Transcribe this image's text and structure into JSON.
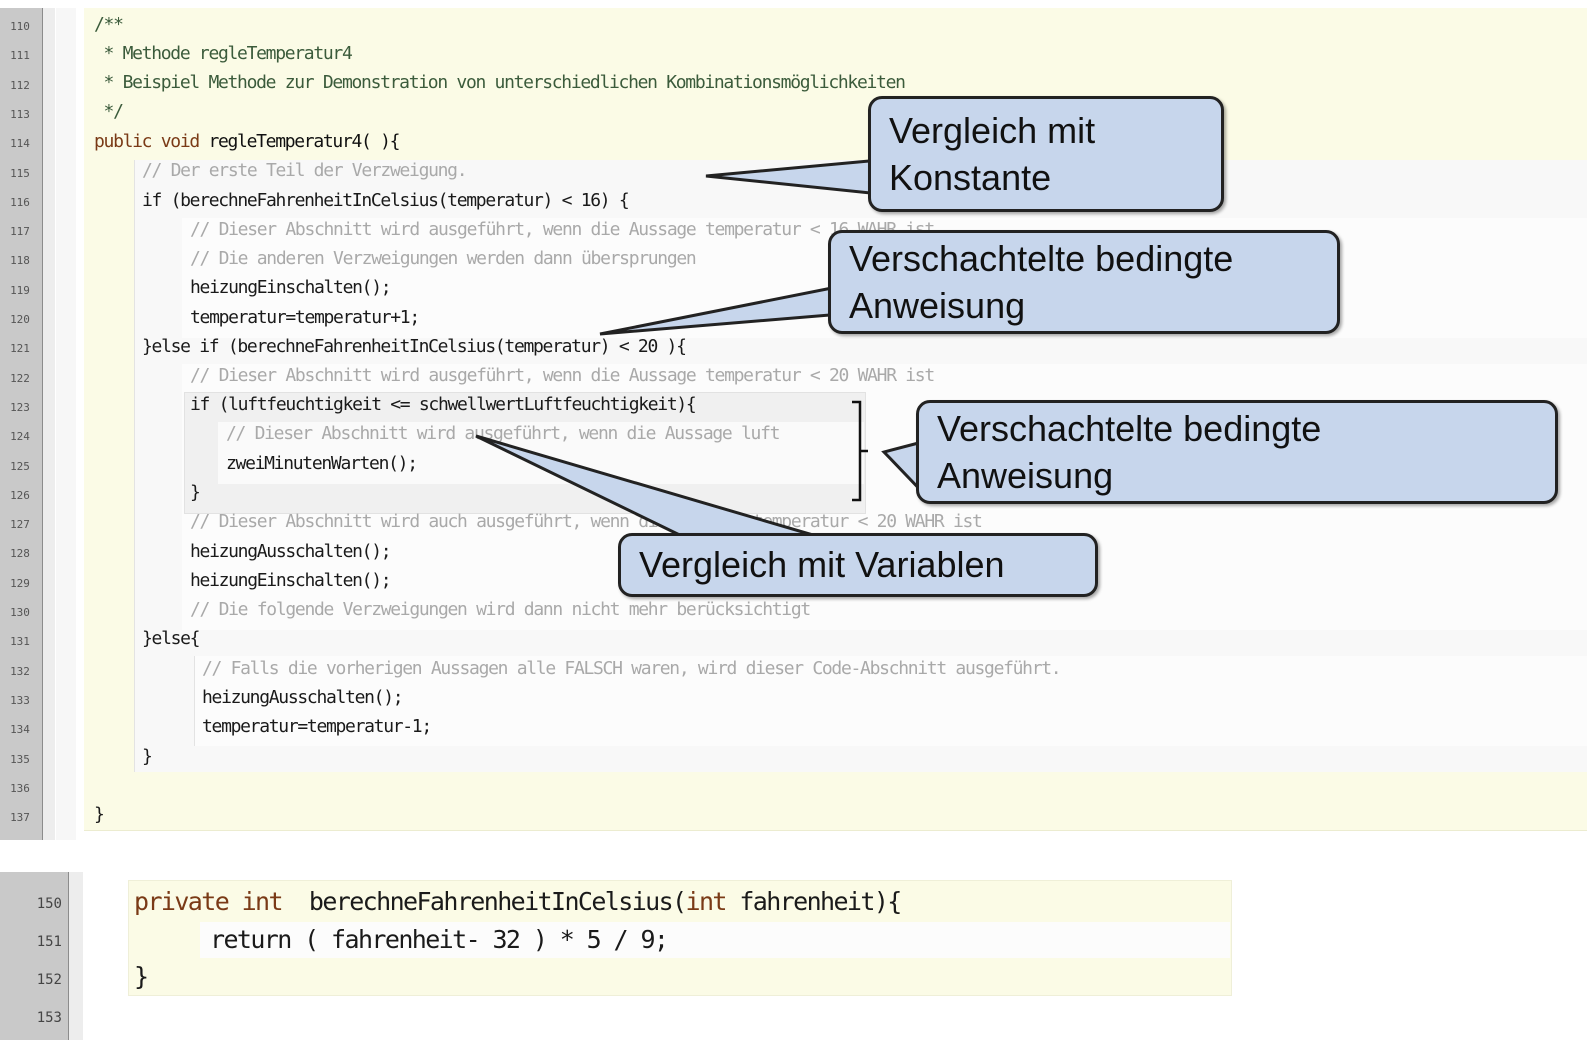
{
  "editor_main": {
    "line_numbers": [
      "110",
      "111",
      "112",
      "113",
      "114",
      "115",
      "116",
      "117",
      "118",
      "119",
      "120",
      "121",
      "122",
      "123",
      "124",
      "125",
      "126",
      "127",
      "128",
      "129",
      "130",
      "131",
      "132",
      "133",
      "134",
      "135",
      "136",
      "137"
    ],
    "lines": {
      "l110": "/**",
      "l111": " * Methode regleTemperatur4",
      "l112": " * Beispiel Methode zur Demonstration von unterschiedlichen Kombinationsmöglichkeiten",
      "l113": " */",
      "l114_kw1": "public void",
      "l114_rest": " regleTemperatur4( ){",
      "l115": "// Der erste Teil der Verzweigung.",
      "l116": "if (berechneFahrenheitInCelsius(temperatur) < 16) {",
      "l117": "// Dieser Abschnitt wird ausgeführt, wenn die Aussage temperatur < 16 WAHR ist",
      "l118": "// Die anderen Verzweigungen werden dann übersprungen",
      "l119": "heizungEinschalten();",
      "l120": "temperatur=temperatur+1;",
      "l121": "}else if (berechneFahrenheitInCelsius(temperatur) < 20 ){",
      "l122": "// Dieser Abschnitt wird ausgeführt, wenn die Aussage temperatur < 20 WAHR ist",
      "l123": "if (luftfeuchtigkeit <= schwellwertLuftfeuchtigkeit){",
      "l124": "// Dieser Abschnitt wird ausgeführt, wenn die Aussage luft",
      "l125": "zweiMinutenWarten();",
      "l126": "}",
      "l127": "// Dieser Abschnitt wird auch ausgeführt, wenn die Aussage temperatur < 20 WAHR ist",
      "l128": "heizungAusschalten();",
      "l129": "heizungEinschalten();",
      "l130": "// Die folgende Verzweigungen wird dann nicht mehr berücksichtigt",
      "l131": "}else{",
      "l132": "// Falls die vorherigen Aussagen alle FALSCH waren, wird dieser Code-Abschnitt ausgeführt.",
      "l133": "heizungAusschalten();",
      "l134": "temperatur=temperatur-1;",
      "l135": "}",
      "l137": "}"
    }
  },
  "editor_secondary": {
    "line_numbers": [
      "150",
      "151",
      "152",
      "153"
    ],
    "l150_kw": "private int",
    "l150_name": "  berechneFahrenheitInCelsius(",
    "l150_kw2": "int",
    "l150_rest": " fahrenheit){",
    "l151": "return ( fahrenheit- 32 ) * 5 / 9;",
    "l152": "}"
  },
  "callouts": {
    "konstante": [
      "Vergleich mit",
      "Konstante"
    ],
    "verschachtelt1": [
      "Verschachtelte bedingte",
      "Anweisung"
    ],
    "verschachtelt2": [
      "Verschachtelte bedingte",
      "Anweisung"
    ],
    "variablen": "Vergleich mit Variablen"
  },
  "colors": {
    "callout_fill": "#c7d6ec",
    "callout_border": "#222222",
    "method_block": "#fbfbe6",
    "if_block": "#f7f7f7",
    "nested_block": "#f2f2f2",
    "keyword": "#7a3a16",
    "comment": "#a9a9a9"
  }
}
